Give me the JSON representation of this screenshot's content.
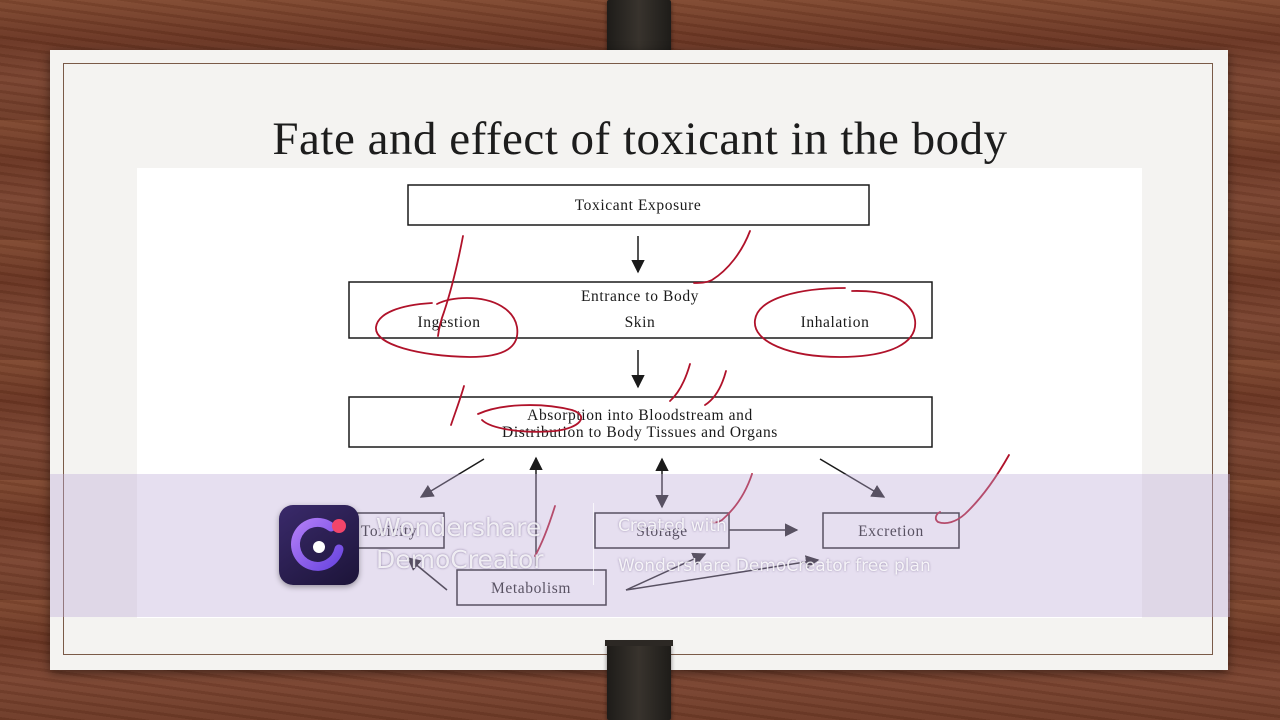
{
  "slide": {
    "title": "Fate and effect of toxicant in the body"
  },
  "diagram": {
    "exposure": "Toxicant Exposure",
    "entrance_title": "Entrance to Body",
    "routes": [
      "Ingestion",
      "Skin",
      "Inhalation"
    ],
    "absorption_line1": "Absorption into Bloodstream and",
    "absorption_line2": "Distribution to Body Tissues and Organs",
    "outcomes": [
      "Toxicity",
      "Storage",
      "Excretion"
    ],
    "metabolism": "Metabolism"
  },
  "watermark": {
    "brand_line1": "Wondershare",
    "brand_line2": "DemoCreator",
    "note_line1": "Created with",
    "note_line2": "Wondershare DemoCreator free plan",
    "logo_icon": "democreator-logo-icon",
    "band_color": "#bea9d7"
  },
  "colors": {
    "annotation_ink": "#b0122a",
    "slide_background": "#f4f3f1"
  }
}
